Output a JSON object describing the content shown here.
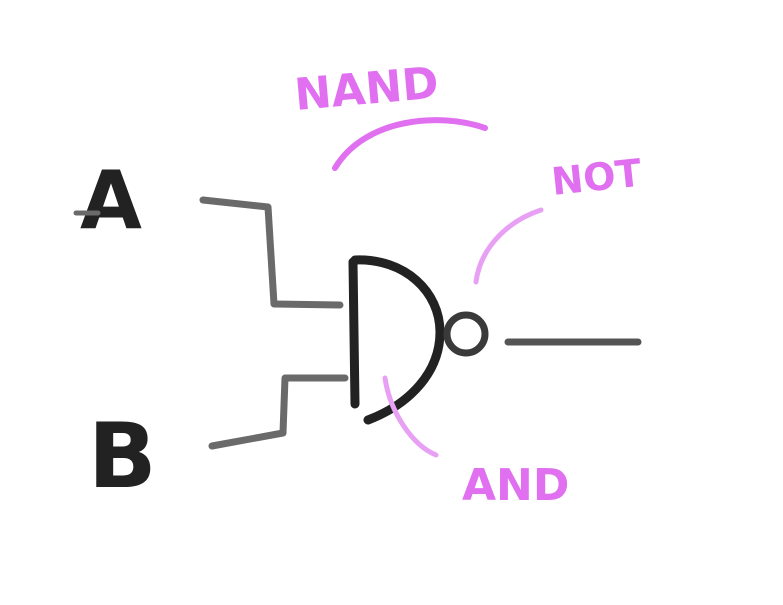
{
  "diagram": {
    "inputs": {
      "a": "A",
      "b": "B"
    },
    "annotations": {
      "nand": "NAND",
      "not": "NOT",
      "and": "AND"
    },
    "colors": {
      "ink": "#222222",
      "wire": "#6a6a6a",
      "annotation": "#e070f0"
    }
  }
}
